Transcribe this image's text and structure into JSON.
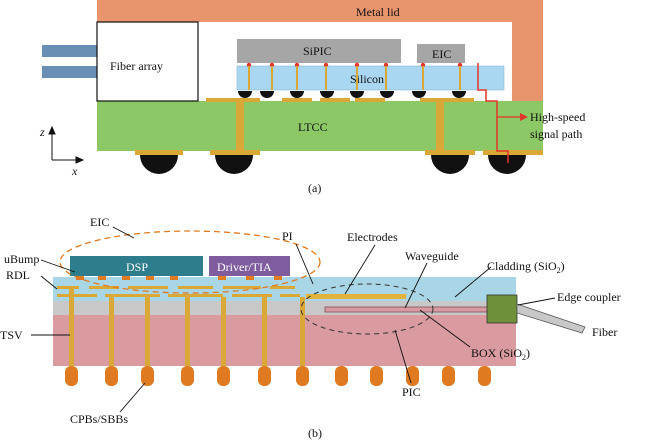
{
  "panel_a": {
    "caption": "(a)",
    "metal_lid": "Metal lid",
    "fiber_array": "Fiber array",
    "sipic": "SiPIC",
    "eic": "EIC",
    "silicon": "Silicon",
    "ltcc": "LTCC",
    "signal_path_line1": "High-speed",
    "signal_path_line2": "signal path",
    "axis_z": "z",
    "axis_x": "x",
    "colors": {
      "lid": "#E8956E",
      "ltcc": "#8CC865",
      "silicon": "#A9D6F0",
      "chip": "#A6A6A6",
      "gold": "#D9A836",
      "signal": "#E2362B"
    }
  },
  "panel_b": {
    "caption": "(b)",
    "eic": "EIC",
    "ubump": "uBump",
    "rdl": "RDL",
    "tsv": "TSV",
    "cpbs": "CPBs/SBBs",
    "dsp": "DSP",
    "driver_tia": "Driver/TIA",
    "pi": "PI",
    "electrodes": "Electrodes",
    "waveguide": "Waveguide",
    "cladding": "Cladding (SiO",
    "cladding_sub": "2",
    "cladding_end": ")",
    "edge_coupler": "Edge coupler",
    "fiber": "Fiber",
    "box": "BOX (SiO",
    "box_sub": "2",
    "box_end": ")",
    "pic": "PIC",
    "colors": {
      "dsp": "#2E7D8C",
      "driver": "#7E5C9E",
      "pi": "#A9D6E6",
      "substrate": "#D99AA0",
      "box": "#C8C8C8",
      "coupler": "#6F8F3A",
      "bump": "#E07A20"
    }
  }
}
